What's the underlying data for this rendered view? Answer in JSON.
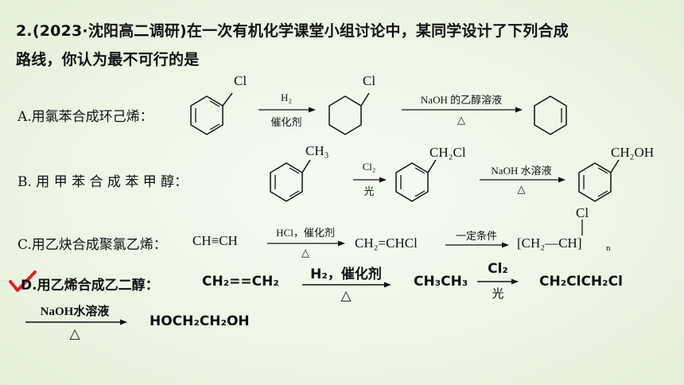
{
  "question": {
    "line1": "2.(2023·沈阳高二调研)在一次有机化学课堂小组讨论中，某同学设计了下列合成",
    "line2": "路线，你认为最不可行的是"
  },
  "option_a": {
    "label": "A.用氯苯合成环己烯：",
    "cl_1": "Cl",
    "cl_2": "Cl",
    "arrow1_top": "H₂",
    "arrow1_bottom": "催化剂",
    "arrow2_top": "NaOH 的乙醇溶液",
    "arrow2_bottom": "△"
  },
  "option_b": {
    "label": "B. 用 甲 苯 合 成 苯 甲 醇：",
    "sub1": "CH₃",
    "arrow1_top": "Cl₂",
    "arrow1_bottom": "光",
    "sub2": "CH₂Cl",
    "arrow2_top": "NaOH 水溶液",
    "arrow2_bottom": "△",
    "sub3": "CH₂OH"
  },
  "option_c": {
    "label": "C.用乙炔合成聚氯乙烯：",
    "reactant": "CH≡CH",
    "arrow1_top": "HCl，催化剂",
    "arrow1_bottom": "△",
    "intermediate": "CH₂=CHCl",
    "arrow2_top": "一定条件",
    "polymer_top": "Cl",
    "polymer": "[CH₂—CH]",
    "polymer_n": "n"
  },
  "option_d": {
    "label": "D.用乙烯合成乙二醇：",
    "reactant": "CH₂==CH₂",
    "arrow1_top": "H₂，催化剂",
    "arrow1_bottom": "△",
    "intermediate": "CH₃CH₃",
    "arrow2_top": "Cl₂",
    "arrow2_bottom": "光",
    "intermediate2": "CH₂ClCH₂Cl",
    "arrow3_top": "NaOH水溶液",
    "arrow3_bottom": "△",
    "product": "HOCH₂CH₂OH"
  },
  "colors": {
    "check": "#e0202a",
    "text": "#111111",
    "background": "#eef6e6"
  },
  "icons": {
    "answer_mark": "checkmark-icon"
  }
}
